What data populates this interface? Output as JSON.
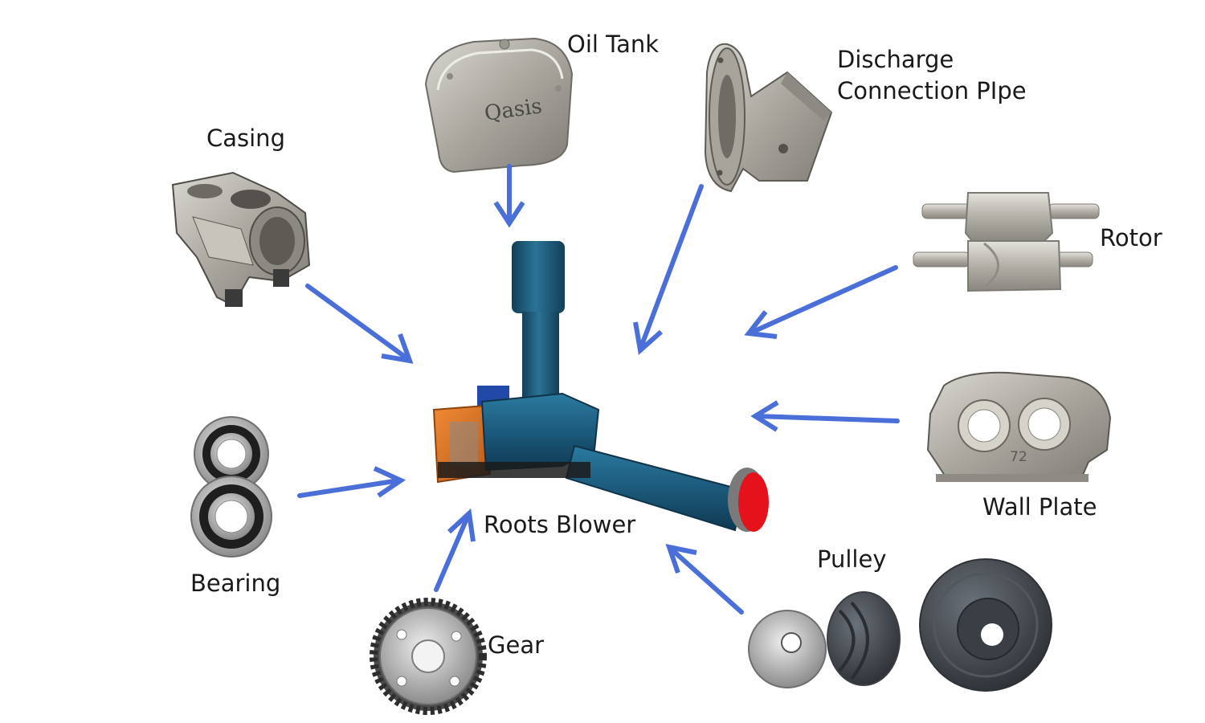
{
  "center": {
    "label": "Roots Blower"
  },
  "parts": {
    "oil_tank": {
      "label": "Oil Tank",
      "stamp": "Qasis"
    },
    "discharge": {
      "line1": "Discharge",
      "line2": "Connection PIpe"
    },
    "casing": {
      "label": "Casing"
    },
    "rotor": {
      "label": "Rotor"
    },
    "wall_plate": {
      "label": "Wall Plate",
      "marking": "72"
    },
    "bearing": {
      "label": "Bearing"
    },
    "gear": {
      "label": "Gear"
    },
    "pulley": {
      "label": "Pulley"
    }
  },
  "colors": {
    "arrow": "#4a6fd8",
    "blower_body": "#1f5a7a",
    "motor_guard": "#e0782a",
    "outlet_cap": "#e5121b",
    "metal": "#b9b6ae",
    "dark_metal": "#3d4248"
  }
}
